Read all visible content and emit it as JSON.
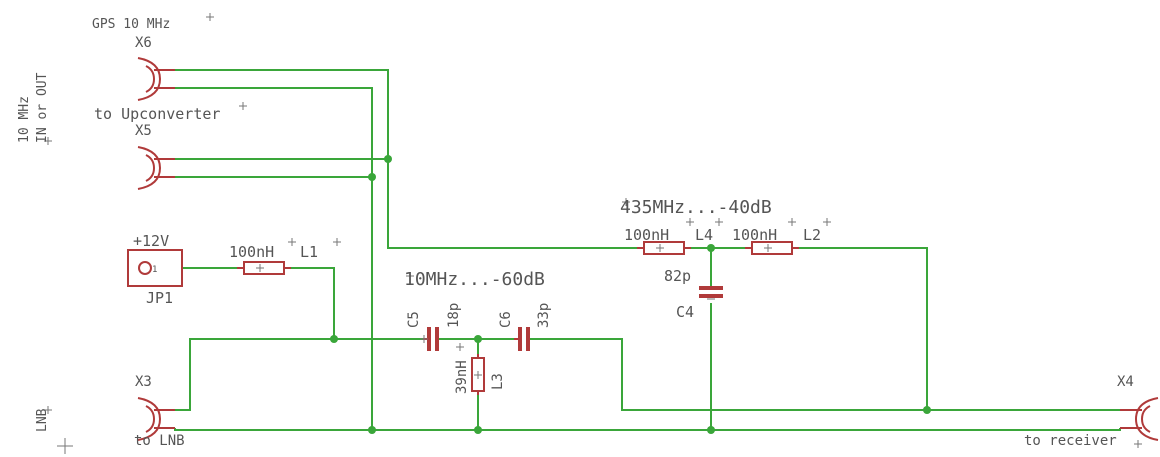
{
  "labels": {
    "gps": "GPS 10 MHz",
    "side_10mhz": "10 MHz",
    "side_in_out": "IN or OUT",
    "to_upconverter": "to Upconverter",
    "x6": "X6",
    "x5": "X5",
    "x3": "X3",
    "x4": "X4",
    "to_lnb": "to LNB",
    "lnb_side": "LNB",
    "to_receiver": "to receiver",
    "plus12v": "+12V",
    "jp1": "JP1",
    "jp1_pin": "1",
    "l1_value": "100nH",
    "l1_name": "L1",
    "l4_value": "100nH",
    "l4_name": "L4",
    "l2_value": "100nH",
    "l2_name": "L2",
    "note_435": "435MHz...-40dB",
    "note_10": "10MHz...-60dB",
    "c5_name": "C5",
    "c5_value": "18p",
    "c6_name": "C6",
    "c6_value": "33p",
    "l3_value": "39nH",
    "l3_name": "L3",
    "c4_value": "82p",
    "c4_name": "C4"
  },
  "colors": {
    "wire": "#3aa63a",
    "part": "#b03a3a",
    "text": "#555555"
  }
}
